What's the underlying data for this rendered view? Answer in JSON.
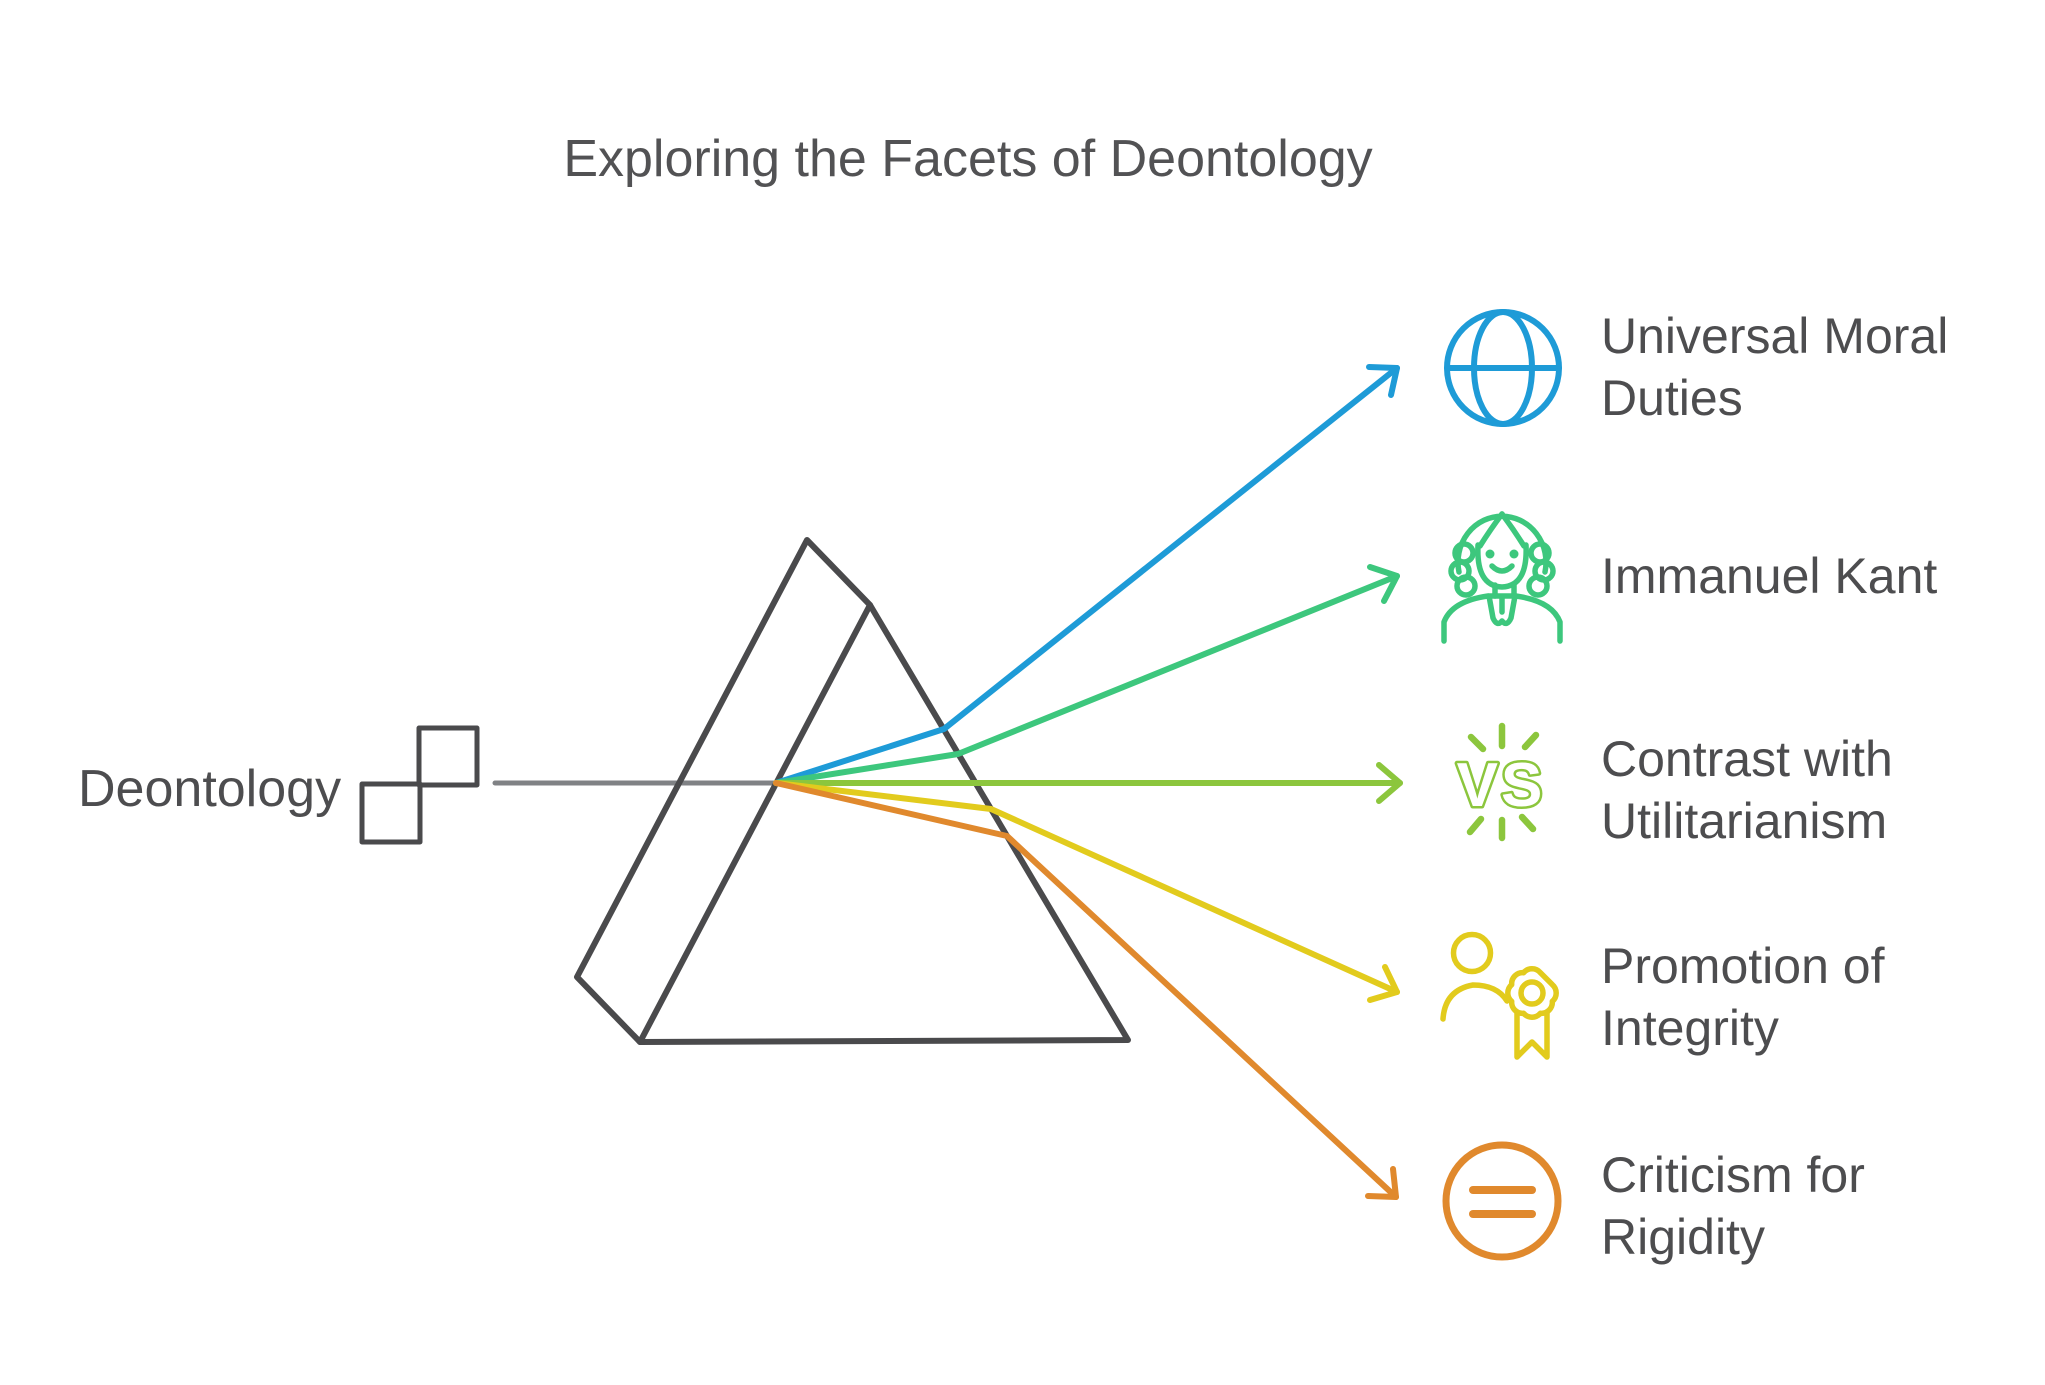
{
  "title": "Exploring the Facets of Deontology",
  "source": {
    "label": "Deontology"
  },
  "colors": {
    "title_text": "#525254",
    "label_text": "#4D4D4F",
    "ink": "#4A4A4C",
    "beam": "#808285",
    "blue": "#1E9BD7",
    "green": "#3DC77D",
    "chartreuse": "#8CC63D",
    "yellow": "#E2CB1D",
    "orange": "#E0892D",
    "white": "#FFFFFF"
  },
  "facets": [
    {
      "line1": "Universal Moral",
      "line2": "Duties",
      "icon": "globe-icon",
      "color": "#1E9BD7"
    },
    {
      "line1": "Immanuel Kant",
      "line2": "",
      "icon": "judge-icon",
      "color": "#3DC77D"
    },
    {
      "line1": "Contrast with",
      "line2": "Utilitarianism",
      "icon": "vs-icon",
      "icon_text": "VS",
      "color": "#8CC63D"
    },
    {
      "line1": "Promotion of",
      "line2": "Integrity",
      "icon": "person-award-icon",
      "color": "#E2CB1D"
    },
    {
      "line1": "Criticism for",
      "line2": "Rigidity",
      "icon": "equals-circle-icon",
      "color": "#E0892D"
    }
  ]
}
